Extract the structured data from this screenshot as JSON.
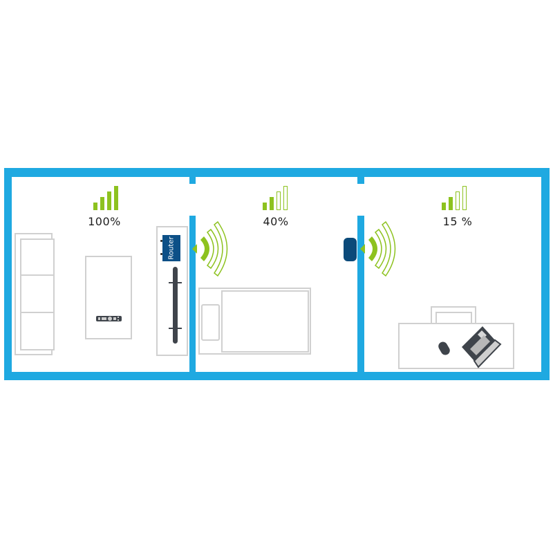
{
  "colors": {
    "wall": "#1fa9e1",
    "signal_green": "#8dc21f",
    "router_blue": "#0d5087",
    "repeater_blue": "#0b4a7a",
    "furniture_gray": "#d0d0d0",
    "device_dark": "#3f444b"
  },
  "rooms": [
    {
      "name": "living-room",
      "signal_label": "100%",
      "signal_bars_filled": 4,
      "signal_bars_total": 4,
      "furniture": [
        "sofa",
        "tv-stand-with-remote",
        "media-cabinet",
        "tv"
      ]
    },
    {
      "name": "bedroom",
      "signal_label": "40%",
      "signal_bars_filled": 2,
      "signal_bars_total": 4,
      "furniture": [
        "bed",
        "pillow"
      ]
    },
    {
      "name": "office",
      "signal_label": "15 %",
      "signal_bars_filled": 2,
      "signal_bars_total": 4,
      "furniture": [
        "desk",
        "chair",
        "laptop",
        "mouse"
      ]
    }
  ],
  "devices": {
    "router": {
      "label": "Router",
      "icon": "router-icon"
    },
    "repeater": {
      "icon": "wifi-repeater-icon"
    },
    "wifi_emitters": [
      "wifi-waves-icon",
      "wifi-waves-icon"
    ]
  }
}
